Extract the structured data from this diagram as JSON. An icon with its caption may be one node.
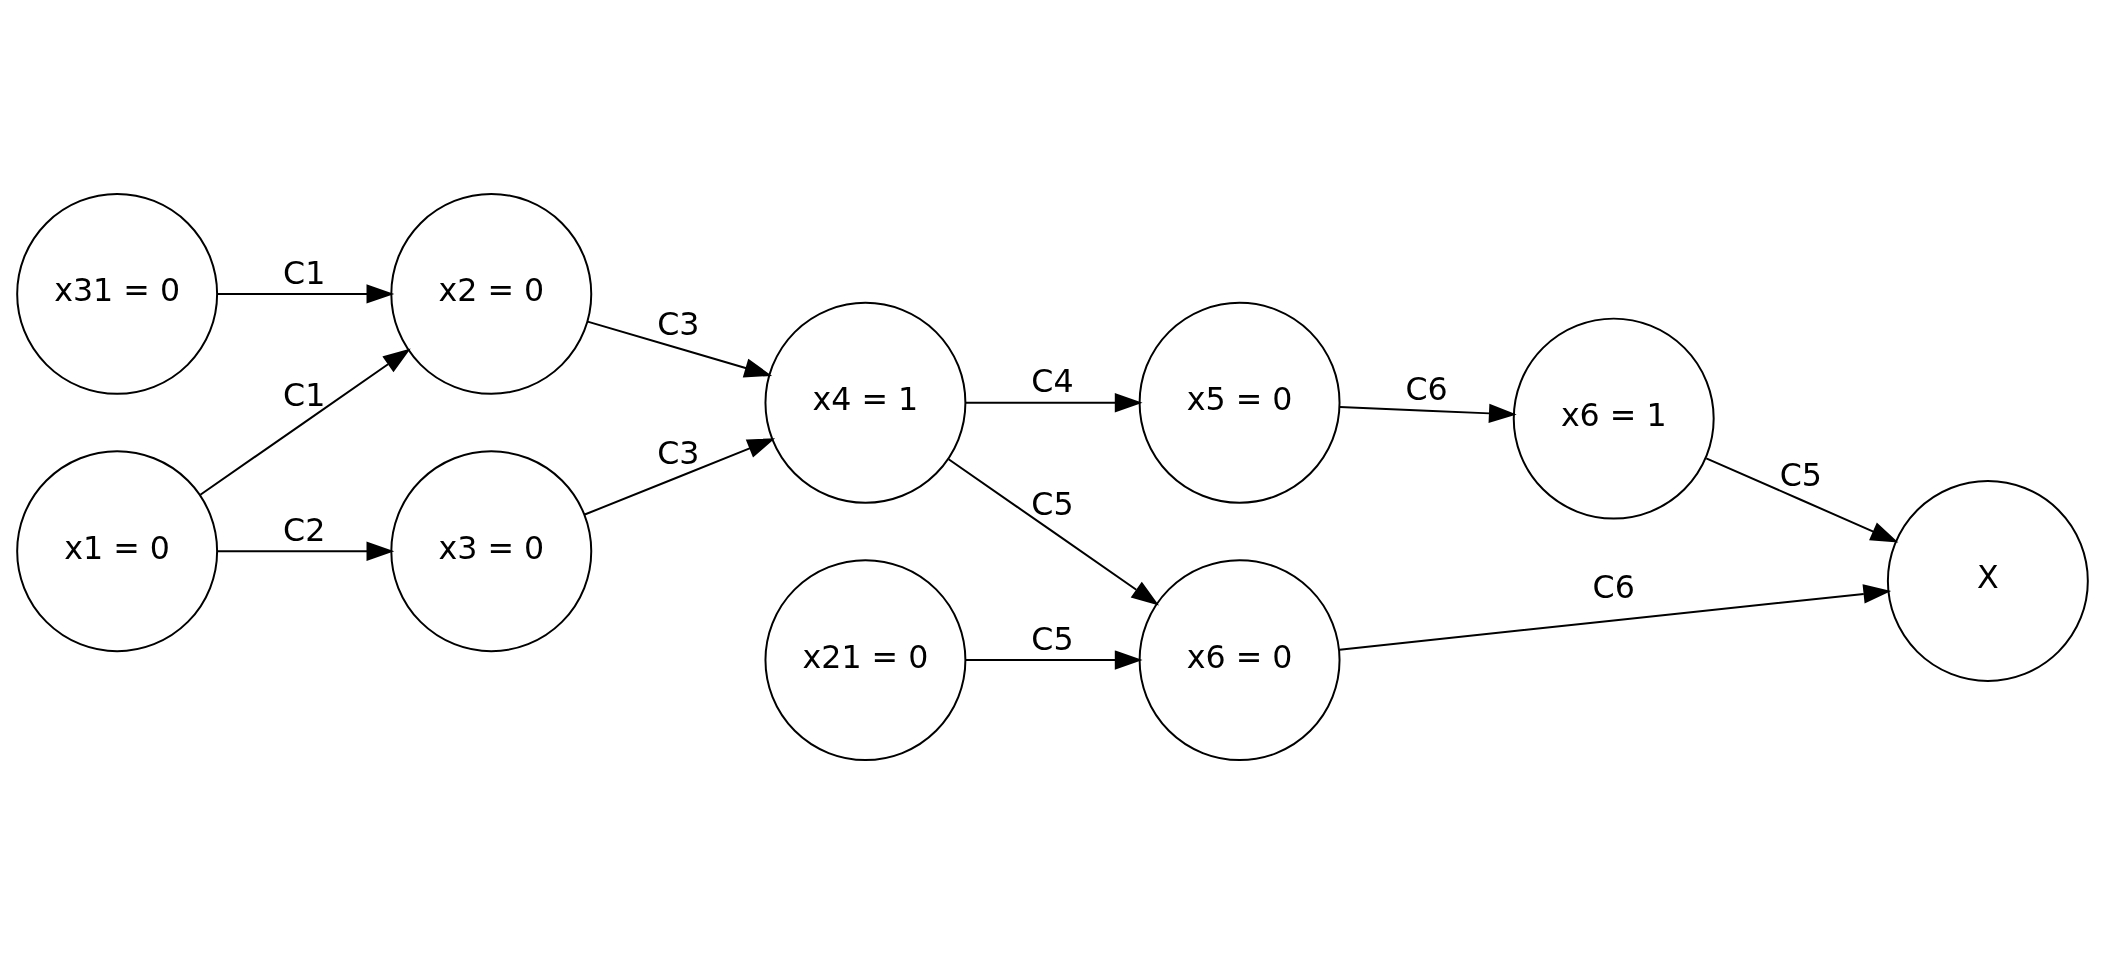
{
  "diagram": {
    "nodes": [
      {
        "text": [
          "x31 = 0"
        ]
      },
      {
        "text": [
          "x1 = 0"
        ]
      },
      {
        "text": [
          "x2 = 0"
        ]
      },
      {
        "text": [
          "x3 = 0"
        ]
      },
      {
        "text": [
          "x21 = 0"
        ]
      },
      {
        "text": [
          "x4 = 1"
        ]
      },
      {
        "text": [
          "x6 = 0"
        ]
      },
      {
        "text": [
          "x5 = 0"
        ]
      },
      {
        "text": [
          "x6 = 1"
        ]
      },
      {
        "text": [
          "X"
        ]
      }
    ],
    "edges": [
      {
        "from": 0,
        "to": 2,
        "arrow": "to",
        "label": "C1"
      },
      {
        "from": 1,
        "to": 2,
        "arrow": "to",
        "label": "C1"
      },
      {
        "from": 1,
        "to": 3,
        "arrow": "to",
        "label": "C2"
      },
      {
        "from": 2,
        "to": 5,
        "arrow": "to",
        "label": "C3"
      },
      {
        "from": 3,
        "to": 5,
        "arrow": "to",
        "label": "C3"
      },
      {
        "from": 4,
        "to": 6,
        "arrow": "to",
        "label": "C5"
      },
      {
        "from": 5,
        "to": 6,
        "arrow": "to",
        "label": "C5"
      },
      {
        "from": 5,
        "to": 7,
        "arrow": "to",
        "label": "C4"
      },
      {
        "from": 6,
        "to": 9,
        "arrow": "to",
        "label": "C6"
      },
      {
        "from": 7,
        "to": 8,
        "arrow": "to",
        "label": "C6"
      },
      {
        "from": 8,
        "to": 9,
        "arrow": "to",
        "label": "C5"
      }
    ]
  }
}
